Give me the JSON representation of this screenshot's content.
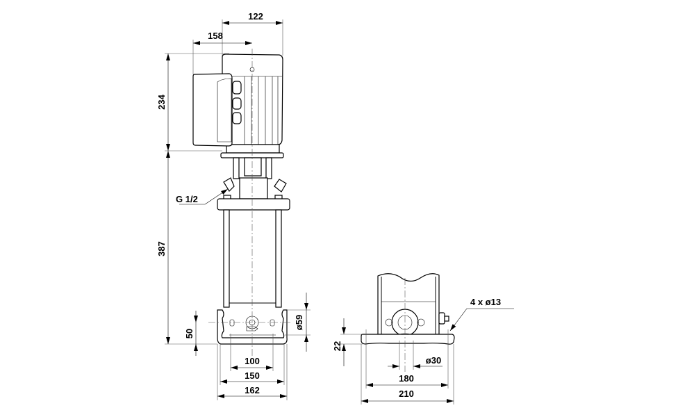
{
  "drawing": {
    "front_view": {
      "dim_motor_offset": "122",
      "dim_terminal_box": "158",
      "dim_motor_height": "234",
      "dim_pump_height": "387",
      "connection_label": "G 1/2",
      "dim_inlet_height": "50",
      "dim_port_diameter": "ø59",
      "dim_100": "100",
      "dim_150": "150",
      "dim_162": "162"
    },
    "side_view": {
      "dim_holes": "4 x ø13",
      "dim_base_height": "22",
      "dim_bore": "ø30",
      "dim_180": "180",
      "dim_210": "210"
    }
  }
}
